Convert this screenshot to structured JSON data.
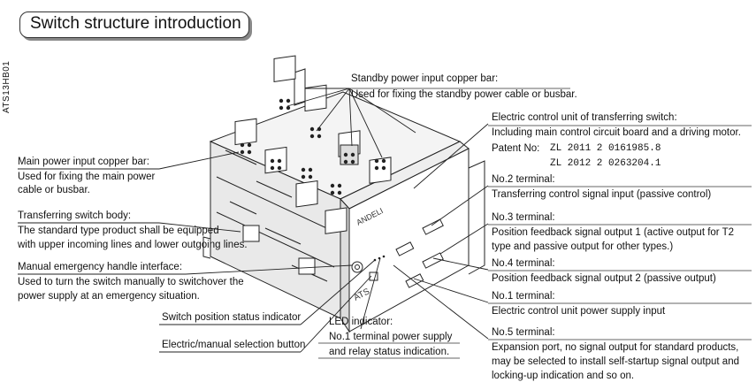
{
  "header": {
    "title": "Switch structure introduction",
    "side_code": "ATS13HB01"
  },
  "labels": {
    "standby": {
      "title": "Standby power input copper bar:",
      "desc": "Used for fixing the standby power cable or busbar."
    },
    "electric_unit": {
      "title": "Electric control unit of transferring switch:",
      "desc": "Including main control circuit board and a driving motor.",
      "patent_label": "Patent No:",
      "patent1": "ZL 2011 2 0161985.8",
      "patent2": "ZL 2012 2 0263204.1"
    },
    "main_power": {
      "title": "Main power input copper bar:",
      "desc1": "Used for fixing the main power",
      "desc2": "cable or busbar."
    },
    "body": {
      "title": "Transferring switch body:",
      "desc1": "The standard type product shall be equipped",
      "desc2": "with upper incoming lines and lower outgoing lines."
    },
    "handle": {
      "title": "Manual emergency handle interface:",
      "desc1": "Used to turn the switch manually to switchover the",
      "desc2": "power supply at an emergency situation."
    },
    "status_indicator": {
      "title": "Switch position status indicator"
    },
    "selection_button": {
      "title": "Electric/manual selection button"
    },
    "led": {
      "title": "LED indicator:",
      "desc1": "No.1 terminal power supply",
      "desc2": "and relay status indication."
    },
    "no2": {
      "title": "No.2 terminal:",
      "desc": "Transferring control signal input (passive control)"
    },
    "no3": {
      "title": "No.3 terminal:",
      "desc1": "Position feedback signal output 1 (active output for T2",
      "desc2": "type and passive output for other types.)"
    },
    "no4": {
      "title": "No.4 terminal:",
      "desc": "Position feedback signal output 2 (passive output)"
    },
    "no1": {
      "title": "No.1 terminal:",
      "desc": "Electric control unit power supply input"
    },
    "no5": {
      "title": "No.5 terminal:",
      "desc1": "Expansion port, no signal output for standard products,",
      "desc2": "may be selected to install self-startup signal output and",
      "desc3": "locking-up indication and so on."
    }
  },
  "device": {
    "brand": "ANDELI",
    "model": "ATS"
  }
}
